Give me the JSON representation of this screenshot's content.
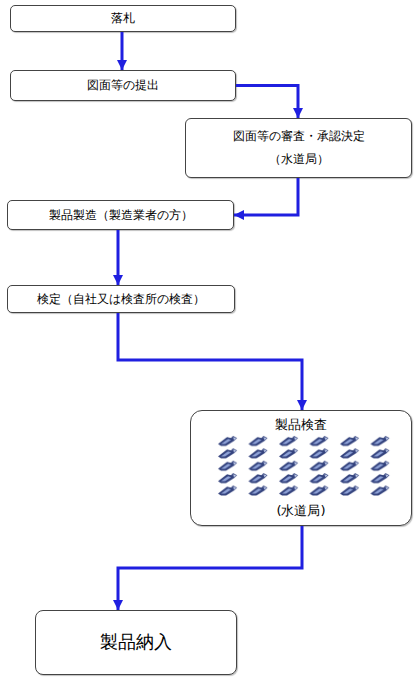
{
  "diagram": {
    "nodes": [
      {
        "text": [
          "落札"
        ]
      },
      {
        "text": [
          "図面等の提出"
        ]
      },
      {
        "text": [
          "図面等の審査・承認決定",
          "（水道局）"
        ]
      },
      {
        "text": [
          "製品製造（製造業者の方）"
        ]
      },
      {
        "text": [
          "検定（自社又は検査所の検査）"
        ]
      },
      {
        "text": [
          "製品検査",
          "(水道局)"
        ]
      },
      {
        "text": [
          "製品納入"
        ]
      }
    ],
    "edges": [
      {
        "from": 0,
        "to": 1,
        "arrow": "to"
      },
      {
        "from": 1,
        "to": 2,
        "arrow": "to"
      },
      {
        "from": 2,
        "to": 3,
        "arrow": "to"
      },
      {
        "from": 3,
        "to": 4,
        "arrow": "to"
      },
      {
        "from": 4,
        "to": 5,
        "arrow": "to"
      },
      {
        "from": 5,
        "to": 6,
        "arrow": "to"
      }
    ]
  }
}
